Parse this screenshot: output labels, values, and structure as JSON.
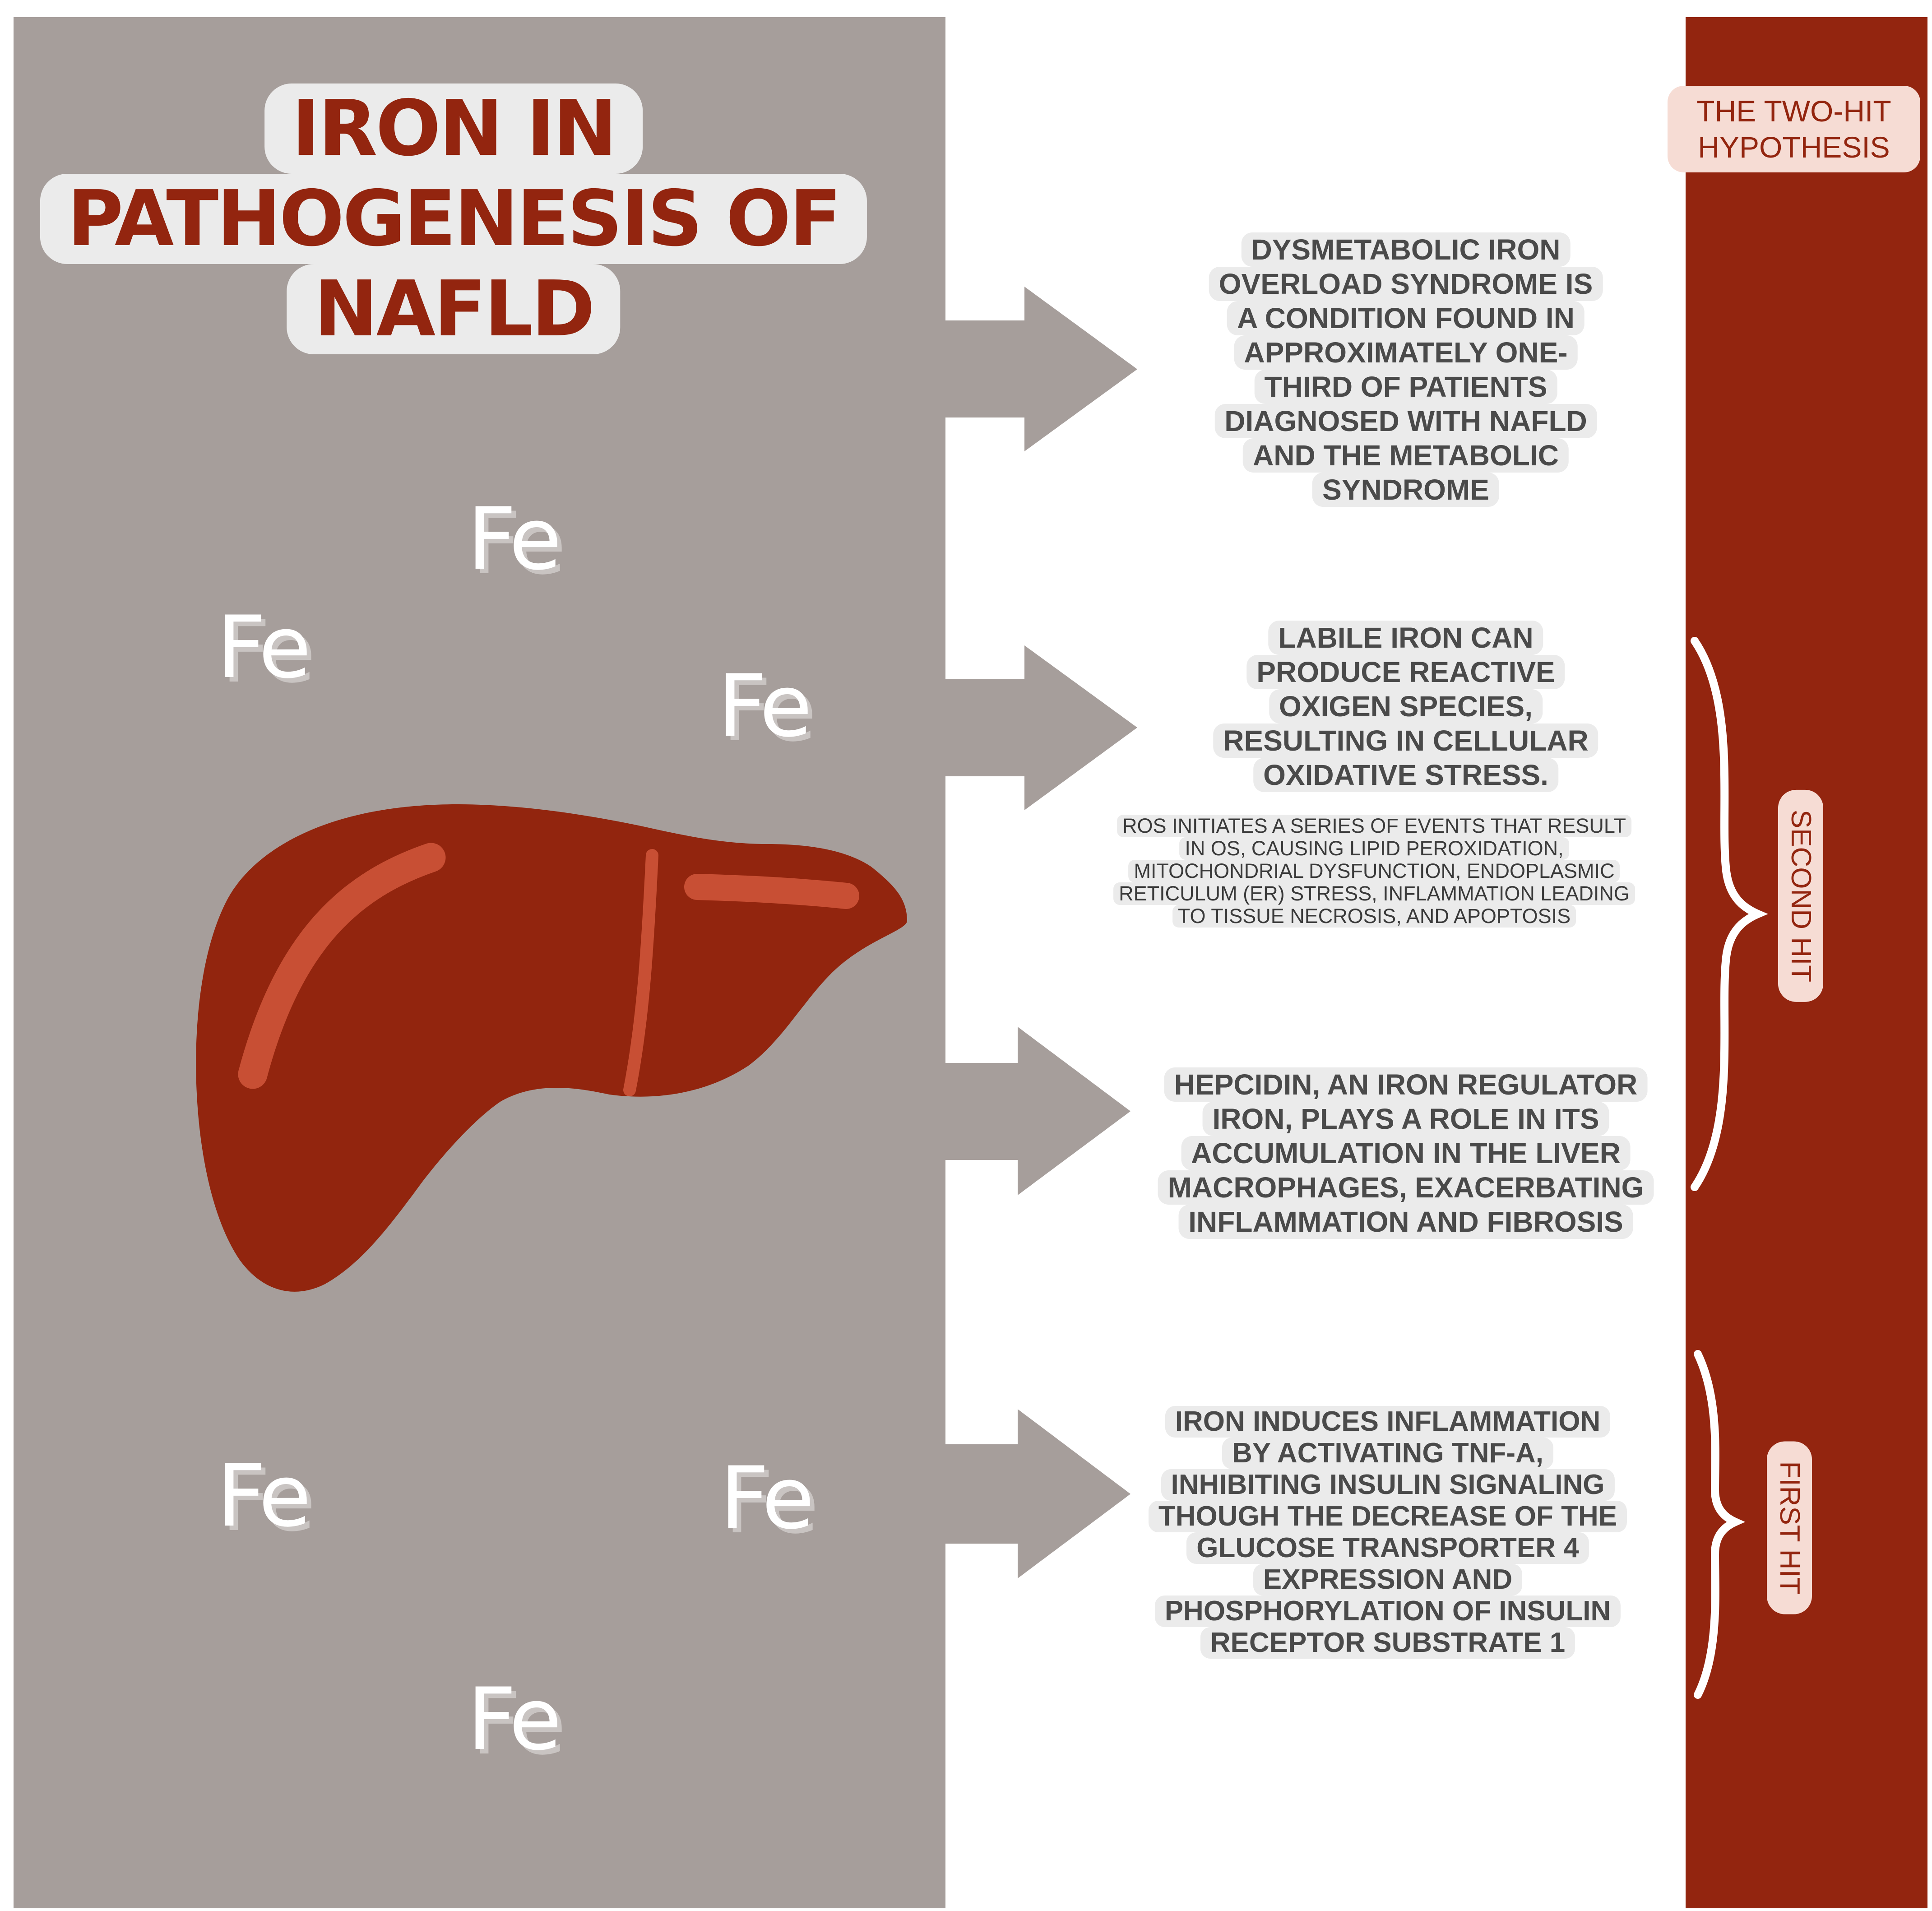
{
  "title": {
    "lines": [
      "IRON IN",
      "PATHOGENESIS OF",
      "NAFLD"
    ]
  },
  "fe_label": "Fe",
  "hypothesis_tag": {
    "lines": [
      "THE TWO-HIT",
      "HYPOTHESIS"
    ]
  },
  "blocks": {
    "dios": {
      "lines": [
        "DYSMETABOLIC IRON",
        "OVERLOAD SYNDROME IS",
        "A CONDITION FOUND IN",
        "APPROXIMATELY ONE-",
        "THIRD OF PATIENTS",
        "DIAGNOSED WITH NAFLD",
        "AND THE METABOLIC",
        "SYNDROME"
      ]
    },
    "labile": {
      "lines": [
        "LABILE IRON CAN",
        "PRODUCE REACTIVE",
        "OXIGEN SPECIES,",
        "RESULTING IN CELLULAR",
        "OXIDATIVE STRESS."
      ]
    },
    "ros": {
      "lines": [
        "ROS INITIATES A SERIES OF EVENTS THAT RESULT",
        "IN OS, CAUSING LIPID PEROXIDATION,",
        "MITOCHONDRIAL DYSFUNCTION, ENDOPLASMIC",
        "RETICULUM (ER) STRESS, INFLAMMATION LEADING",
        "TO TISSUE NECROSIS, AND APOPTOSIS"
      ]
    },
    "hepcidin": {
      "lines": [
        "HEPCIDIN, AN IRON REGULATOR",
        "IRON, PLAYS A ROLE IN ITS",
        "ACCUMULATION IN THE LIVER",
        "MACROPHAGES, EXACERBATING",
        "INFLAMMATION AND FIBROSIS"
      ]
    },
    "inflammation": {
      "lines": [
        "IRON INDUCES INFLAMMATION",
        "BY ACTIVATING TNF-A,",
        "INHIBITING INSULIN SIGNALING",
        "THOUGH THE DECREASE OF THE",
        "GLUCOSE TRANSPORTER 4",
        "EXPRESSION AND",
        "PHOSPHORYLATION OF INSULIN",
        "RECEPTOR SUBSTRATE 1"
      ]
    }
  },
  "hits": {
    "second": "SECOND HIT",
    "first": "FIRST HIT"
  },
  "colors": {
    "panel_gray": "#a69e9b",
    "brand_red": "#93250f",
    "liver_dark": "#92250e",
    "liver_highlight": "#c84f34",
    "text_box": "#ebebeb",
    "tag_pink": "#f6dcd4"
  }
}
